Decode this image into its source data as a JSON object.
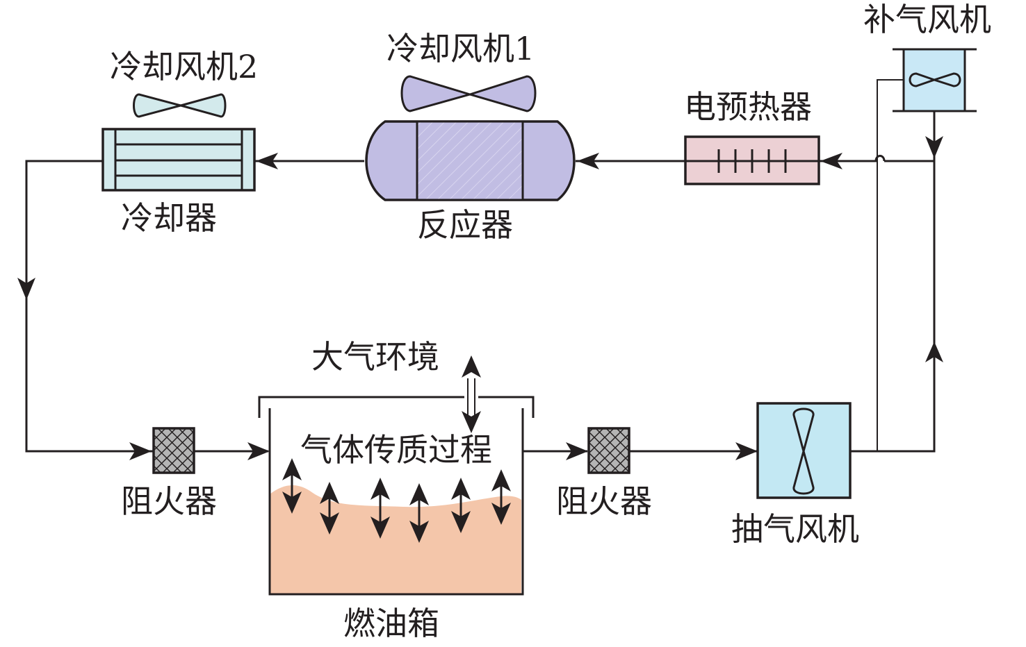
{
  "diagram": {
    "title": "",
    "components": {
      "cooling_fan_2": "冷却风机2",
      "cooling_fan_1": "冷却风机1",
      "makeup_fan": "补气风机",
      "electric_preheater": "电预热器",
      "cooler": "冷却器",
      "reactor": "反应器",
      "flame_arrester_left": "阻火器",
      "flame_arrester_right": "阻火器",
      "atmosphere": "大气环境",
      "gas_mass_transfer": "气体传质过程",
      "fuel_tank": "燃油箱",
      "exhaust_fan": "抽气风机"
    },
    "colors": {
      "cooler_fill": "#d3eaec",
      "reactor_fill": "#c1bde3",
      "preheater_fill": "#ecd0d4",
      "fan_box_fill": "#c3e8f3",
      "makeup_fan_fill": "#c9e8f6",
      "fuel_fill": "#f4c6aa",
      "arrester_fill": "#b4b4b4",
      "line": "#231f20"
    },
    "flow": [
      "抽气风机 → 电预热器",
      "补气风机 → 电预热器",
      "电预热器 → 反应器",
      "反应器 → 冷却器",
      "冷却器 → 阻火器",
      "阻火器 → 燃油箱",
      "燃油箱 → 阻火器",
      "阻火器 → 抽气风机"
    ]
  }
}
